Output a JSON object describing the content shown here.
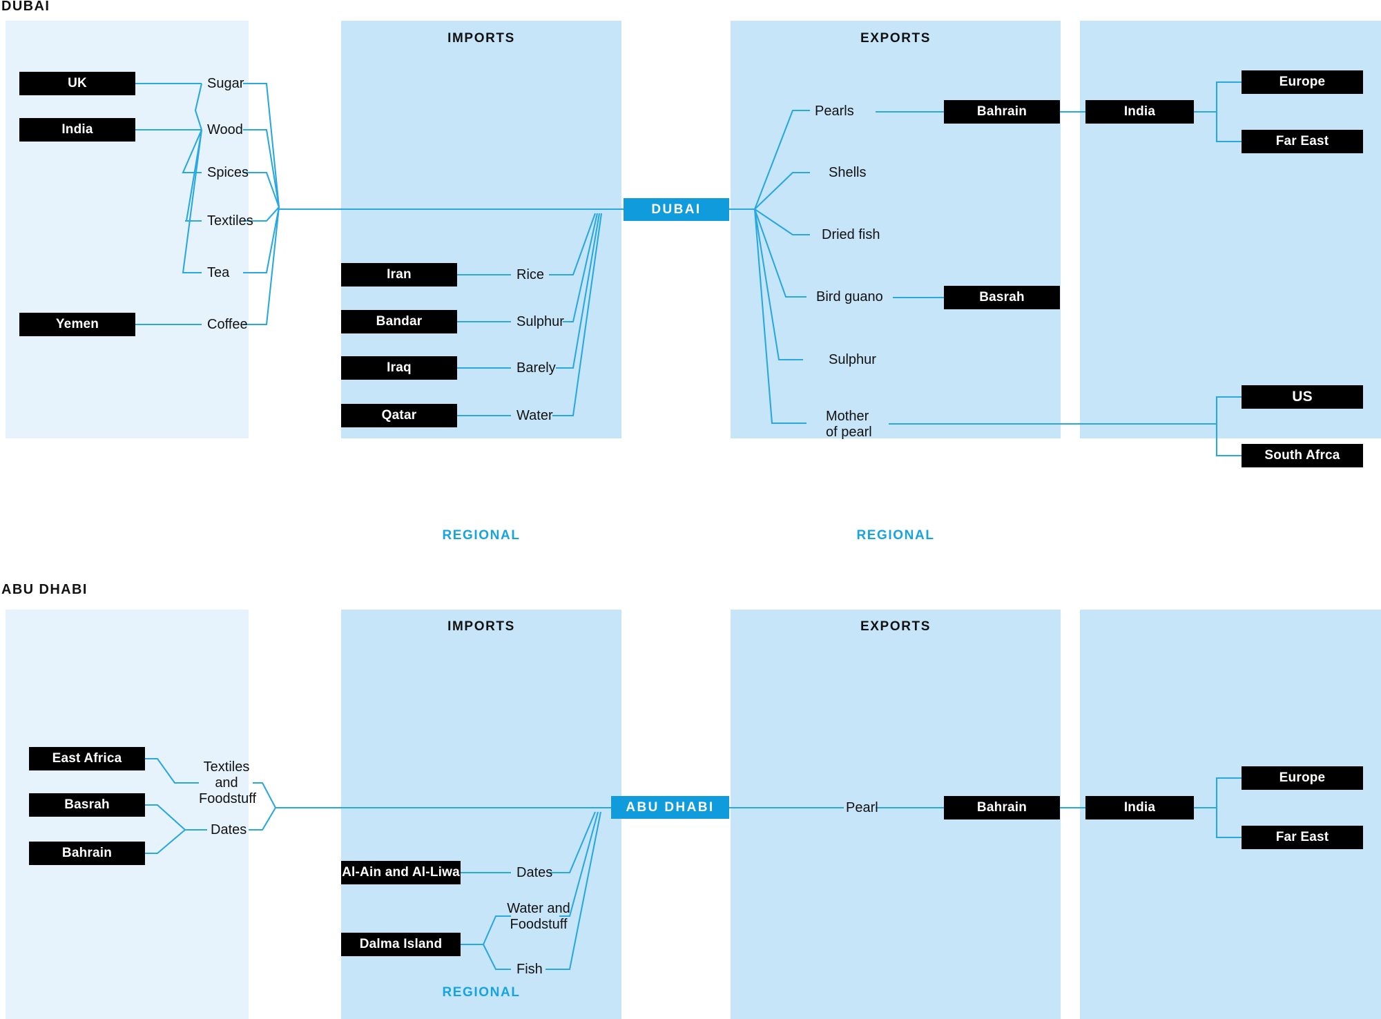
{
  "meta": {
    "colors": {
      "panel_pale": "#e6f3fc",
      "panel_mid": "#c7e5f8",
      "wire": "#29a8e0",
      "hub": "#109bdc",
      "chip": "#000000",
      "regional_text": "#17a3e0",
      "background": "#ffffff"
    }
  },
  "sections": [
    {
      "id": "dubai",
      "title": "DUBAI",
      "hub_label": "DUBAI",
      "headers": {
        "imports": "IMPORTS",
        "exports": "EXPORTS"
      },
      "regional_tags": {
        "imports": "REGIONAL",
        "exports": "REGIONAL"
      },
      "international_imports": {
        "origins": [
          "UK",
          "India",
          "Yemen"
        ],
        "goods": [
          "Sugar",
          "Wood",
          "Spices",
          "Textiles",
          "Tea",
          "Coffee"
        ]
      },
      "regional_imports": {
        "origins": [
          "Iran",
          "Bandar",
          "Iraq",
          "Qatar"
        ],
        "goods": [
          "Rice",
          "Sulphur",
          "Barely",
          "Water"
        ]
      },
      "exports": {
        "goods": [
          "Pearls",
          "Shells",
          "Dried fish",
          "Bird guano",
          "Sulphur",
          "Mother\nof pearl"
        ],
        "regional_destinations": [
          "Bahrain",
          "Basrah"
        ],
        "onward_hub": "India",
        "onward_destinations": [
          "Europe",
          "Far East"
        ],
        "international_destinations": [
          "US",
          "South Afrca"
        ]
      }
    },
    {
      "id": "abu-dhabi",
      "title": "ABU DHABI",
      "hub_label": "ABU DHABI",
      "headers": {
        "imports": "IMPORTS",
        "exports": "EXPORTS"
      },
      "regional_tags": {
        "imports": "REGIONAL"
      },
      "international_imports": {
        "origins": [
          "East Africa",
          "Basrah",
          "Bahrain"
        ],
        "goods": [
          "Textiles\nand\nFoodstuff",
          "Dates"
        ]
      },
      "regional_imports": {
        "origins": [
          "Al-Ain and Al-Liwa",
          "Dalma Island"
        ],
        "goods": [
          "Dates",
          "Water and\nFoodstuff",
          "Fish"
        ]
      },
      "exports": {
        "goods": [
          "Pearl"
        ],
        "regional_destinations": [
          "Bahrain"
        ],
        "onward_hub": "India",
        "onward_destinations": [
          "Europe",
          "Far East"
        ]
      }
    }
  ]
}
